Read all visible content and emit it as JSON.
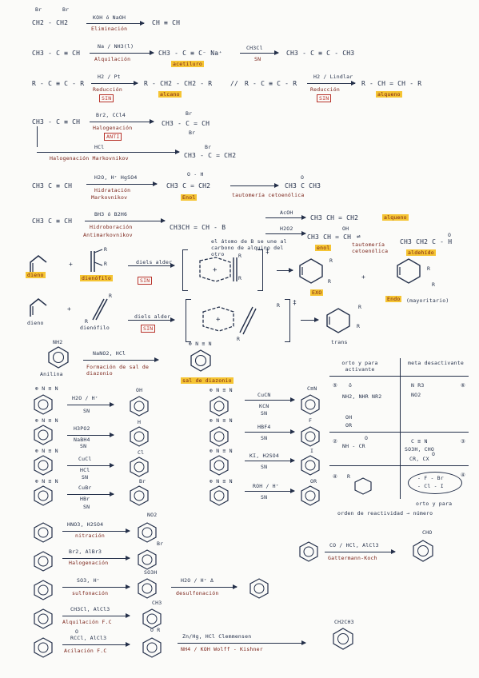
{
  "r1": {
    "br": "Br",
    "sm": "CH2 - CH2",
    "ra": "KOH ó NaOH",
    "rb": "Eliminación",
    "pr": "CH ≡ CH"
  },
  "r2": {
    "sm": "CH3 - C ≡ CH",
    "ra": "Na / NH3(l)",
    "rb": "Alquilación",
    "pr": "CH3 - C ≡ C⁻ Na⁺",
    "lb": "acetiluro",
    "r2a": "CH3Cl",
    "r2b": "SN",
    "p2": "CH3 - C ≡ C - CH3"
  },
  "r3": {
    "sm": "R - C ≡ C - R",
    "ra": "H2 / Pt",
    "rb": "Reducción",
    "c1": "SIN",
    "pr": "R - CH2 - CH2 - R",
    "lb": "alcano",
    "sep": "//",
    "sm2": "R - C ≡ C - R",
    "r2a": "H2 / Lindlar",
    "r2b": "Reducción",
    "c2": "SIN",
    "p2": "R - CH = CH - R",
    "lb2": "alqueno"
  },
  "r4": {
    "sm": "CH3 - C ≡ CH",
    "ra": "Br2, CCl4",
    "rb": "Halogenación",
    "c1": "ANTI",
    "pr": "CH3 - C = CH",
    "brtop": "Br",
    "brbot": "Br",
    "hcl": "HCl",
    "hmark": "Halogenación Markovnikov",
    "br3": "Br",
    "p2": "CH3 - C = CH2"
  },
  "r5": {
    "sm": "CH3 C ≡ CH",
    "ra": "H2O, H⁺ HgSO4",
    "rb": "Hidratación",
    "rc": "Markovnikov",
    "oh": "O - H",
    "pr": "CH3 C = CH2",
    "lb": "Enol",
    "tau": "tautomería cetoenólica",
    "o": "O",
    "p2": "CH3 C CH3"
  },
  "r6": {
    "sm": "CH3 C ≡ CH",
    "ra": "BH3 ó B2H6",
    "rb": "Hidroboración",
    "rc": "Antimarkovnikov",
    "pr": "CH3CH = CH - B",
    "note": "el átomo de B se une al carbono de alquino del otro",
    "aa": "AcOH",
    "ab": "H2O2",
    "p2": "CH3 CH = CH2",
    "lb2": "alqueno",
    "oh": "OH",
    "p3": "CH3 CH = CH",
    "lb3": "enol",
    "tau": "tautomería cetoenólica",
    "o": "O",
    "p4": "CH3 CH2 C - H",
    "lb4": "aldehído"
  },
  "da1": {
    "dieno": "dieno",
    "plus": "+",
    "R1": "R",
    "R2": "R",
    "dienofilo": "dienófilo",
    "ra": "diels alder",
    "c": "SIN",
    "plus2": "+",
    "ts": "‡",
    "R3": "R",
    "R4": "R",
    "exo": "EXO",
    "R5": "R",
    "R6": "R",
    "endo": "Endo",
    "mayor": "(mayoritario)",
    "R7": "R",
    "R8": "R"
  },
  "da2": {
    "dieno": "dieno",
    "plus": "+",
    "R1": "R",
    "R2": "R",
    "dienofilo": "dienófilo",
    "ra": "diels alder",
    "c": "SIN",
    "ts": "‡",
    "R3": "R",
    "R4": "R",
    "trans": "trans",
    "R5": "R",
    "R6": "R"
  },
  "diaz": {
    "nh2": "NH2",
    "anilina": "Anilina",
    "ra": "NaNO2, HCl",
    "rb": "Formación de sal de diazonio",
    "ion": "⊕ N ≡ N",
    "lb": "sal de diazonio"
  },
  "tbl": {
    "h1": "orto y para activante",
    "h2": "meta desactivante",
    "a1": "ŏ",
    "a2": "NH2, NHR NR2",
    "a3": "OH",
    "a4": "OR",
    "a5": "NH - CR",
    "a6": "O",
    "b1": "N R3",
    "b2": "NO2",
    "b3": "C ≡ N",
    "b4": "SO3H, CHO",
    "b5": "CR, CX",
    "b6": "O",
    "n1": "⑤",
    "n2": "⑥",
    "n3": "②",
    "n4": "③",
    "n5": "④",
    "c1": "R",
    "hal": "- F - Br",
    "hal2": "- Cl - I",
    "op": "orto y para",
    "ord": "orden de reactividad → número"
  },
  "sand": {
    "n2": "⊕ N ≡ N",
    "ra1": "H2O / H⁺",
    "rb1": "SN",
    "p1": "OH",
    "ra2": "H3PO2",
    "rb2": "NaBH4",
    "rc2": "SN",
    "p2": "H",
    "ra3": "CuCl",
    "rb3": "HCl",
    "rc3": "SN",
    "p3": "Cl",
    "ra4": "CuBr",
    "rb4": "HBr",
    "rc4": "SN",
    "p4": "Br",
    "ra5": "CuCN",
    "rb5": "KCN",
    "rc5": "SN",
    "p5": "C≡N",
    "ra6": "HBF4",
    "rb6": "SN",
    "p6": "F",
    "ra7": "KI, H2SO4",
    "rb7": "SN",
    "p7": "I",
    "ra8": "ROH / H⁺",
    "rb8": "SN",
    "p8": "OR"
  },
  "sea": {
    "ra1": "HNO3, H2SO4",
    "rb1": "nitración",
    "p1": "NO2",
    "ra2": "Br2, AlBr3",
    "rb2": "Halogenación",
    "p2": "Br",
    "ra3": "SO3, H⁺",
    "rb3": "sulfonación",
    "p3": "SO3H",
    "ra4": "H2O / H⁺ Δ",
    "rb4": "desulfonación",
    "ra5": "CH3Cl, AlCl3",
    "rb5": "Alquilación F.C",
    "p5": "CH3",
    "ra6": "RCCl, AlCl3",
    "rb6": "Acilación F.C",
    "o6": "O",
    "p6": "O R",
    "ra7": "CO / HCl, AlCl3",
    "rb7": "Gattermann-Koch",
    "p7": "CHO",
    "ra8": "Zn/Hg, HCl Clemmensen",
    "rb8": "NH4 / KOH Wolff - Kishner",
    "p8": "CH2CH3"
  }
}
